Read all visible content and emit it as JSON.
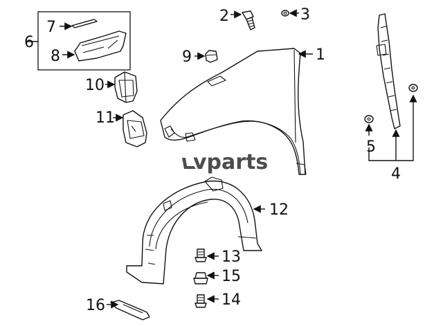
{
  "callouts": {
    "c1": "1",
    "c2": "2",
    "c3": "3",
    "c4": "4",
    "c5": "5",
    "c6": "6",
    "c7": "7",
    "c8": "8",
    "c9": "9",
    "c10": "10",
    "c11": "11",
    "c12": "12",
    "c13": "13",
    "c14": "14",
    "c15": "15",
    "c16": "16"
  },
  "watermark": "vparts",
  "colors": {
    "line": "#111111",
    "watermark": "#4d4d4d",
    "background": "#ffffff"
  },
  "icons": {
    "watermark_logo": "lv-logo-mark"
  }
}
